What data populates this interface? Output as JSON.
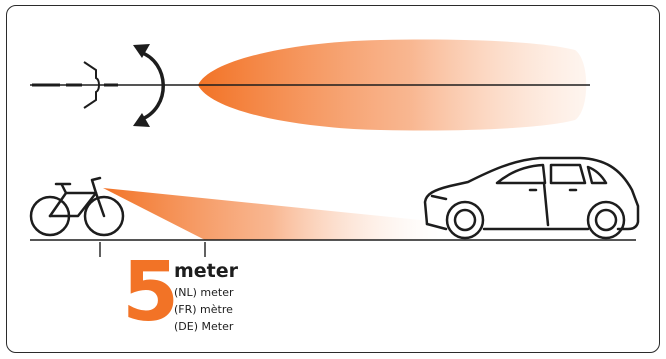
{
  "distance": {
    "value": "5",
    "unit": "meter",
    "translations": [
      "(NL) meter",
      "(FR) mètre",
      "(DE) Meter"
    ]
  },
  "colors": {
    "accent": "#f27326",
    "line": "#1d1d1d",
    "frame": "#2b2b2b"
  },
  "icons": [
    "headlight-mount-icon",
    "rotate-arrow-icon",
    "bicycle-icon",
    "car-icon"
  ]
}
